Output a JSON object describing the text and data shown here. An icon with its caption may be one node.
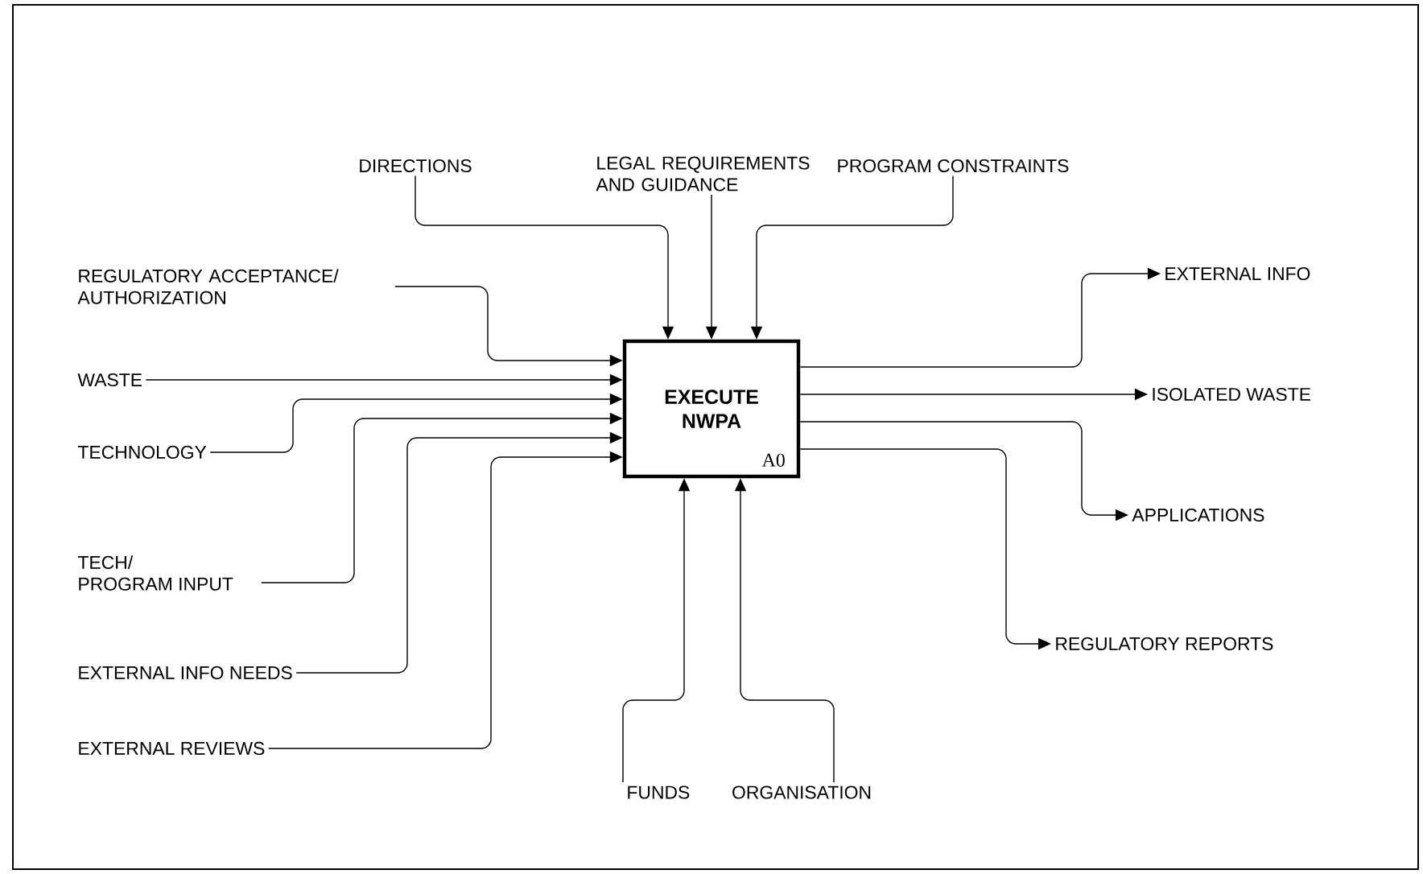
{
  "diagram": {
    "nodes": [
      {
        "text": [
          "EXECUTE NWPA",
          "A0"
        ]
      },
      {
        "text": [
          "DIRECTIONS"
        ]
      },
      {
        "text": [
          "LEGAL REQUIREMENTS AND GUIDANCE"
        ]
      },
      {
        "text": [
          "PROGRAM CONSTRAINTS"
        ]
      },
      {
        "text": [
          "REGULATORY ACCEPTANCE/ AUTHORIZATION"
        ]
      },
      {
        "text": [
          "WASTE"
        ]
      },
      {
        "text": [
          "TECHNOLOGY"
        ]
      },
      {
        "text": [
          "TECH/ PROGRAM INPUT"
        ]
      },
      {
        "text": [
          "EXTERNAL INFO NEEDS"
        ]
      },
      {
        "text": [
          "EXTERNAL REVIEWS"
        ]
      },
      {
        "text": [
          "EXTERNAL INFO"
        ]
      },
      {
        "text": [
          "ISOLATED WASTE"
        ]
      },
      {
        "text": [
          "APPLICATIONS"
        ]
      },
      {
        "text": [
          "REGULATORY REPORTS"
        ]
      },
      {
        "text": [
          "FUNDS"
        ]
      },
      {
        "text": [
          "ORGANISATION"
        ]
      }
    ],
    "edges": [
      {
        "from": 1,
        "to": 0,
        "arrow": "to"
      },
      {
        "from": 2,
        "to": 0,
        "arrow": "to"
      },
      {
        "from": 3,
        "to": 0,
        "arrow": "to"
      },
      {
        "from": 4,
        "to": 0,
        "arrow": "to"
      },
      {
        "from": 5,
        "to": 0,
        "arrow": "to"
      },
      {
        "from": 6,
        "to": 0,
        "arrow": "to"
      },
      {
        "from": 7,
        "to": 0,
        "arrow": "to"
      },
      {
        "from": 8,
        "to": 0,
        "arrow": "to"
      },
      {
        "from": 9,
        "to": 0,
        "arrow": "to"
      },
      {
        "from": 0,
        "to": 10,
        "arrow": "to"
      },
      {
        "from": 0,
        "to": 11,
        "arrow": "to"
      },
      {
        "from": 0,
        "to": 12,
        "arrow": "to"
      },
      {
        "from": 0,
        "to": 13,
        "arrow": "to"
      },
      {
        "from": 14,
        "to": 0,
        "arrow": "to"
      },
      {
        "from": 15,
        "to": 0,
        "arrow": "to"
      }
    ]
  }
}
